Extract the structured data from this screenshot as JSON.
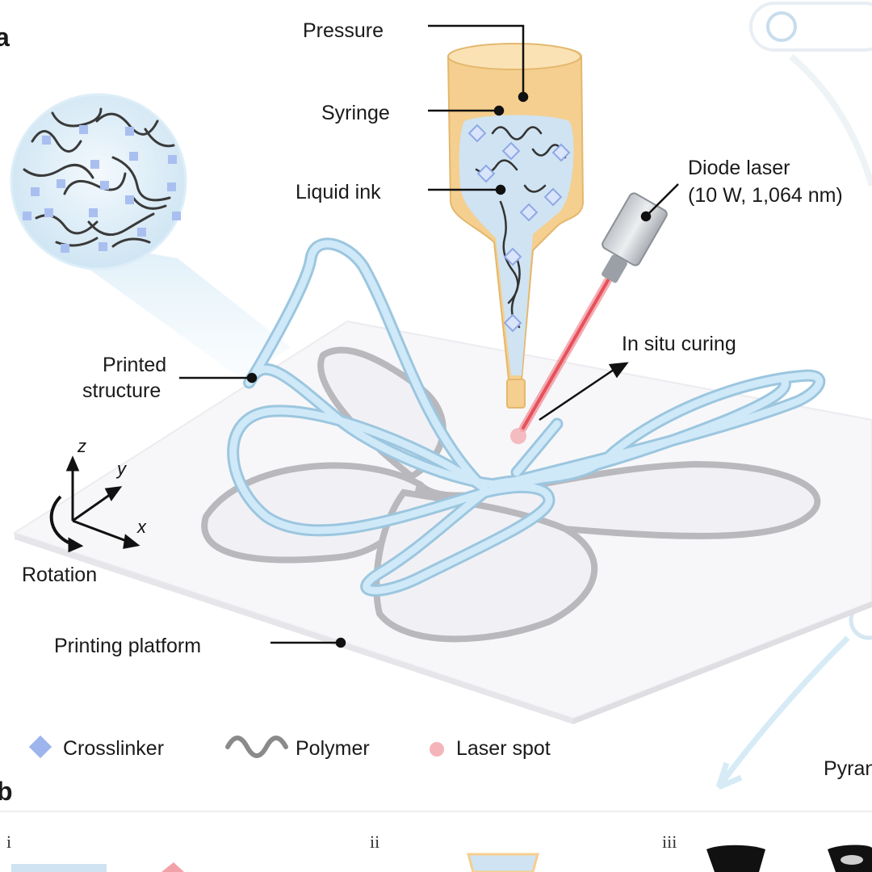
{
  "panel_labels": {
    "a": "a",
    "b": "b"
  },
  "labels": {
    "pressure": "Pressure",
    "syringe": "Syringe",
    "liquid_ink": "Liquid ink",
    "diode_laser_line1": "Diode laser",
    "diode_laser_line2": "(10 W, 1,064 nm)",
    "in_situ_curing": "In situ curing",
    "printed_structure_line1": "Printed",
    "printed_structure_line2": "structure",
    "rotation": "Rotation",
    "printing_platform": "Printing platform",
    "pyramid_partial": "Pyran"
  },
  "axes": {
    "z": "z",
    "y": "y",
    "x": "x"
  },
  "legend": [
    {
      "id": "crosslinker",
      "label": "Crosslinker",
      "symbol": "diamond",
      "color": "#9db4ec"
    },
    {
      "id": "polymer",
      "label": "Polymer",
      "symbol": "wave",
      "color": "#8a8a8a"
    },
    {
      "id": "laser-spot",
      "label": "Laser spot",
      "symbol": "dot",
      "color": "#f2a1a8"
    }
  ],
  "subpanels": [
    "i",
    "ii",
    "iii"
  ],
  "colors": {
    "syringe": "#f5cf8f",
    "ink": "#cfe3f2",
    "fiber": "#bfe0f3",
    "laser": "#e8505b",
    "platform": "#f7f7f9"
  }
}
